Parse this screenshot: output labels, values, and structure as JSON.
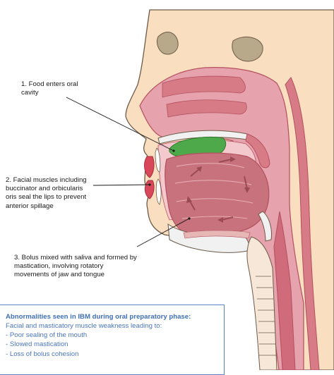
{
  "callouts": {
    "food_enters": [
      "1. Food enters oral",
      "cavity"
    ],
    "facial_muscles": [
      "2. Facial muscles including",
      "buccinator and orbicularis",
      "oris seal the lips to prevent",
      "anterior spillage"
    ],
    "bolus_mixed": [
      "3. Bolus mixed with saliva and formed by",
      "mastication, involving rotatory",
      "movements of jaw and tongue"
    ]
  },
  "abnormalities_box": {
    "title": "Abnormalities seen in IBM during oral preparatory phase:",
    "intro": "Facial and masticatory muscle weakness leading to:",
    "items": [
      "- Poor sealing of the mouth",
      "- Slowed mastication",
      "- Loss of bolus cohesion"
    ]
  },
  "colors": {
    "skin": "#f9dfc0",
    "skin_outline": "#6d5a48",
    "mucosa": "#d77c86",
    "mucosa_dark": "#b44f5e",
    "tongue": "#c7727c",
    "bolus": "#4ea94a",
    "sinus": "#b7a989",
    "bone": "#f1f1f1",
    "box_border": "#5b82c4",
    "box_text": "#3f6fb8"
  }
}
